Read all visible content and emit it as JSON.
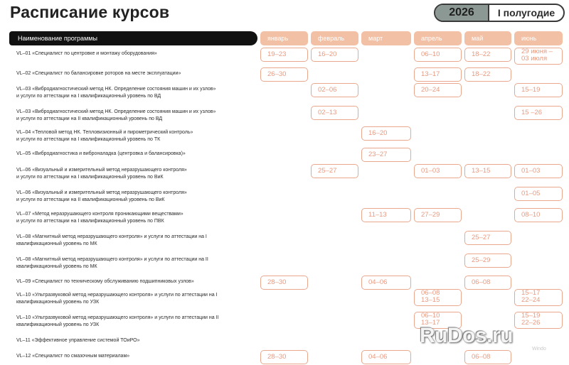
{
  "title": "Расписание курсов",
  "period": {
    "year": "2026",
    "half": "I полугодие"
  },
  "header": {
    "program_label": "Наименование программы",
    "months": [
      "январь",
      "февраль",
      "март",
      "апрель",
      "май",
      "июнь"
    ]
  },
  "rows": [
    {
      "label": "VL–01 «Специалист по центровке и монтажу оборудования»",
      "dates": [
        "19–23",
        "16–20",
        "",
        "06–10",
        "18–22",
        "29 июня –\n03 июля"
      ]
    },
    {
      "label": "VL–02 «Специалист по балансировке роторов на месте эксплуатации»",
      "dates": [
        "26–30",
        "",
        "",
        "13–17",
        "18–22",
        ""
      ]
    },
    {
      "label": "VL–03 «Вибродиагностический метод НК. Определение состояния машин и их узлов»\nи услуги по аттестации на I квалификационный уровень по ВД",
      "dates": [
        "",
        "02–06",
        "",
        "20–24",
        "",
        "15–19"
      ]
    },
    {
      "label": "VL–03 «Вибродиагностический метод НК. Определение состояния машин и их узлов»\nи услуги по аттестации на II квалификационный уровень по ВД",
      "dates": [
        "",
        "02–13",
        "",
        "",
        "",
        "15 –26"
      ]
    },
    {
      "label": "VL–04 «Тепловой метод НК. Тепловизионный и пирометрический контроль»\nи услуги по аттестации на I квалификационный уровень по ТК",
      "dates": [
        "",
        "",
        "16–20",
        "",
        "",
        ""
      ]
    },
    {
      "label": "VL–05 «Вибродиагностика и виброналадка (центровка и балансировка)»",
      "dates": [
        "",
        "",
        "23–27",
        "",
        "",
        ""
      ]
    },
    {
      "label": "VL–06 «Визуальный и измерительный метод неразрушающего контроля»\nи услуги по аттестации на I квалификационный уровень по ВиК",
      "dates": [
        "",
        "25–27",
        "",
        "01–03",
        "13–15",
        "01–03"
      ]
    },
    {
      "label": "VL–06 «Визуальный и измерительный метод неразрушающего контроля»\nи услуги по аттестации на II квалификационный уровень по ВиК",
      "dates": [
        "",
        "",
        "",
        "",
        "",
        "01–05"
      ]
    },
    {
      "label": "VL–07 «Метод неразрушающего контроля проникающими веществами»\nи услуги по аттестации на I квалификационный уровень по ПВК",
      "dates": [
        "",
        "",
        "11–13",
        "27–29",
        "",
        "08–10"
      ]
    },
    {
      "label": "VL–08 «Магнитный метод неразрушающего контроля» и услуги по аттестации на I\nквалификационный уровень по МК",
      "dates": [
        "",
        "",
        "",
        "",
        "25–27",
        ""
      ]
    },
    {
      "label": "VL–08 «Магнитный метод неразрушающего контроля» и услуги по аттестации на II\nквалификационный уровень по МК",
      "dates": [
        "",
        "",
        "",
        "",
        "25–29",
        ""
      ]
    },
    {
      "label": "VL–09 «Специалист по техническому обслуживанию подшипниковых узлов»",
      "dates": [
        "28–30",
        "",
        "04–06",
        "",
        "06–08",
        ""
      ]
    },
    {
      "label": "VL–10 «Ультразвуковой метод неразрушающего контроля» и услуги по аттестации на I\nквалификационный уровень по УЗК",
      "dates": [
        "",
        "",
        "",
        "06–08\n13–15",
        "",
        "15–17\n22–24"
      ]
    },
    {
      "label": "VL–10 «Ультразвуковой метод неразрушающего контроля» и услуги по аттестации на II\nквалификационный уровень по УЗК",
      "dates": [
        "",
        "",
        "",
        "06–10\n13–17",
        "",
        "15–19\n22–26"
      ]
    },
    {
      "label": "VL–11 «Эффективное управление системой ТОиРО»",
      "dates": [
        "",
        "",
        "",
        "",
        "",
        ""
      ]
    },
    {
      "label": "VL–12 «Специалист по смазочным материалам»",
      "dates": [
        "28–30",
        "",
        "04–06",
        "",
        "06–08",
        ""
      ]
    }
  ],
  "watermark": "RuDos.ru",
  "watermark_ghost": "Windo"
}
